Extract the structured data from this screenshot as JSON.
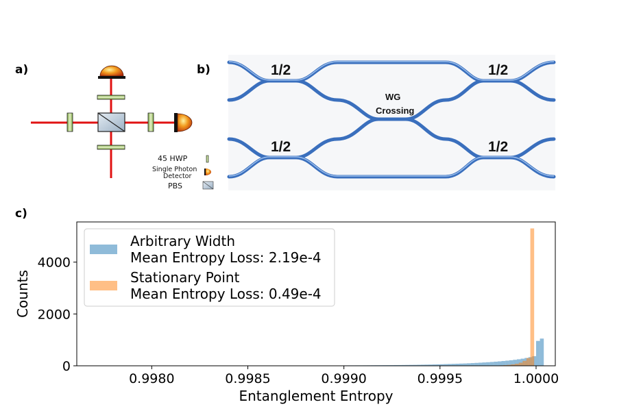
{
  "panels": {
    "a": "a)",
    "b": "b)",
    "c": "c)"
  },
  "setup_legend": {
    "hwp": "45 HWP",
    "detector_line1": "Single Photon",
    "detector_line2": "Detector",
    "pbs": "PBS"
  },
  "waveguide": {
    "splitter_label": "1/2",
    "crossing_line1": "WG",
    "crossing_line2": "Crossing"
  },
  "chart_data": {
    "type": "histogram",
    "xlabel": "Entanglement Entropy",
    "ylabel": "Counts",
    "xlim": [
      0.99761,
      1.0001
    ],
    "ylim": [
      0,
      5550
    ],
    "xticks": [
      0.998,
      0.9985,
      0.999,
      0.9995,
      1.0
    ],
    "xtick_labels": [
      "0.9980",
      "0.9985",
      "0.9990",
      "0.9995",
      "1.0000"
    ],
    "yticks": [
      0,
      2000,
      4000
    ],
    "ytick_labels": [
      "0",
      "2000",
      "4000"
    ],
    "legend_placement": "upper-left",
    "colors": {
      "arbitrary": "#1f77b4",
      "stationary": "#ff7f0e"
    },
    "series": [
      {
        "name": "Arbitrary Width",
        "legend_line2": "Mean Entropy Loss: 2.19e-4",
        "bin_start": 0.999,
        "bin_width": 2e-05,
        "counts": [
          15,
          16,
          16,
          17,
          17,
          18,
          19,
          20,
          21,
          22,
          23,
          24,
          25,
          27,
          28,
          30,
          32,
          34,
          36,
          39,
          42,
          45,
          48,
          52,
          56,
          60,
          65,
          70,
          75,
          80,
          85,
          90,
          97,
          104,
          112,
          120,
          129,
          138,
          148,
          159,
          171,
          184,
          198,
          214,
          232,
          252,
          275,
          302,
          333,
          370
        ]
      },
      {
        "name": "Stationary Point",
        "legend_line2": "Mean Entropy Loss: 0.49e-4",
        "bin_start": 0.99975,
        "bin_width": 2e-05,
        "counts": [
          5,
          8,
          12,
          18,
          26,
          38,
          55,
          80,
          120,
          190,
          300,
          5300
        ]
      }
    ],
    "extra_bars": {
      "arbitrary_last_bin": 1050,
      "arbitrary_second_last": 960
    }
  }
}
